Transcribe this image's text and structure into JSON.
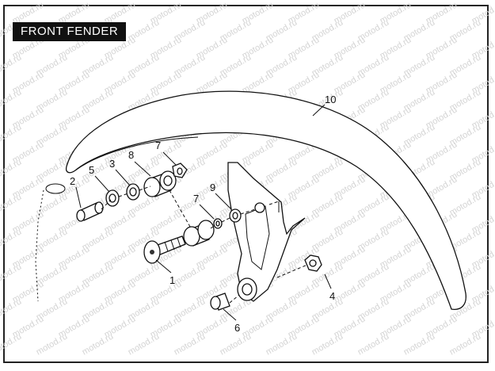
{
  "title": "FRONT FENDER",
  "watermark": "motod.ru",
  "callouts": [
    {
      "id": "1",
      "label": "1"
    },
    {
      "id": "2",
      "label": "2"
    },
    {
      "id": "3",
      "label": "3"
    },
    {
      "id": "4",
      "label": "4"
    },
    {
      "id": "5",
      "label": "5"
    },
    {
      "id": "6",
      "label": "6"
    },
    {
      "id": "7a",
      "label": "7"
    },
    {
      "id": "7b",
      "label": "7"
    },
    {
      "id": "8",
      "label": "8"
    },
    {
      "id": "9",
      "label": "9"
    },
    {
      "id": "10",
      "label": "10"
    }
  ],
  "colors": {
    "line": "#111111",
    "title_bg": "#111111",
    "title_text": "#ffffff",
    "watermark": "#d4d4d4"
  }
}
